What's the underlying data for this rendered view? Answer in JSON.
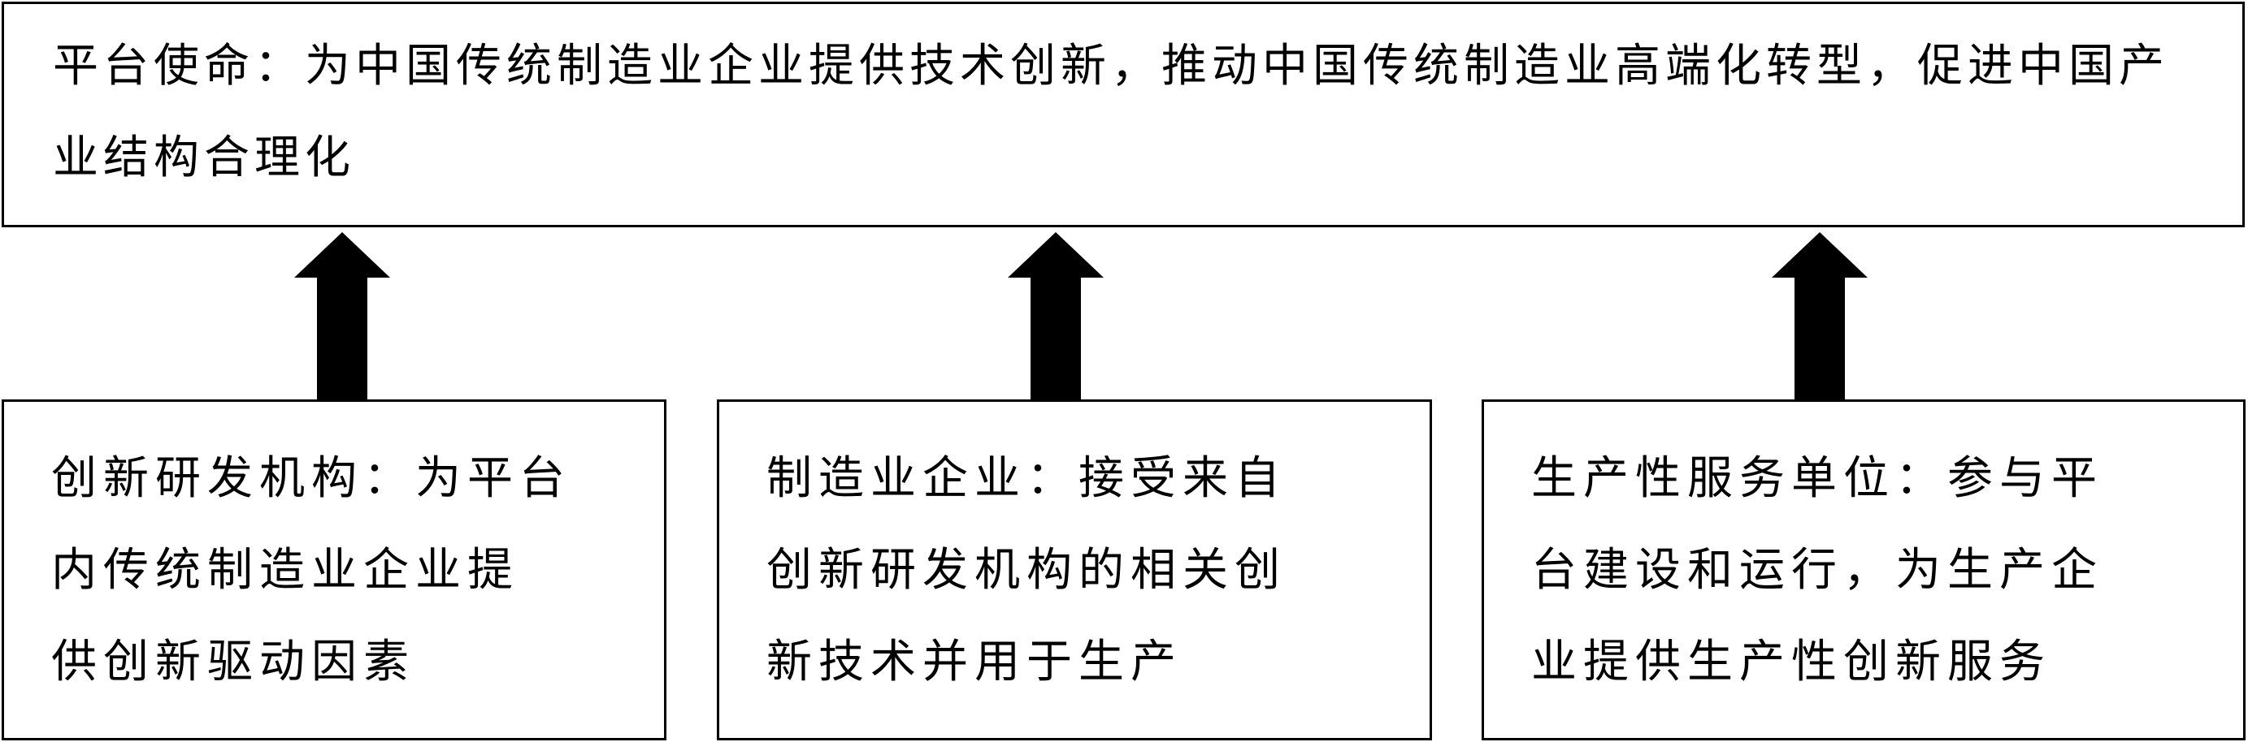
{
  "mission": {
    "text": "平台使命：为中国传统制造业企业提供技术创新，推动中国传统制造业高端化转型，促进中国产业结构合理化"
  },
  "units": [
    {
      "lines": [
        "创新研发机构：为平台",
        "内传统制造业企业提",
        "供创新驱动因素"
      ]
    },
    {
      "lines": [
        "制造业企业：接受来自",
        "创新研发机构的相关创",
        "新技术并用于生产"
      ]
    },
    {
      "lines": [
        "生产性服务单位：参与平",
        "台建设和运行，为生产企",
        "业提供生产性创新服务"
      ]
    }
  ],
  "colors": {
    "stroke": "#000000",
    "background": "#ffffff"
  }
}
